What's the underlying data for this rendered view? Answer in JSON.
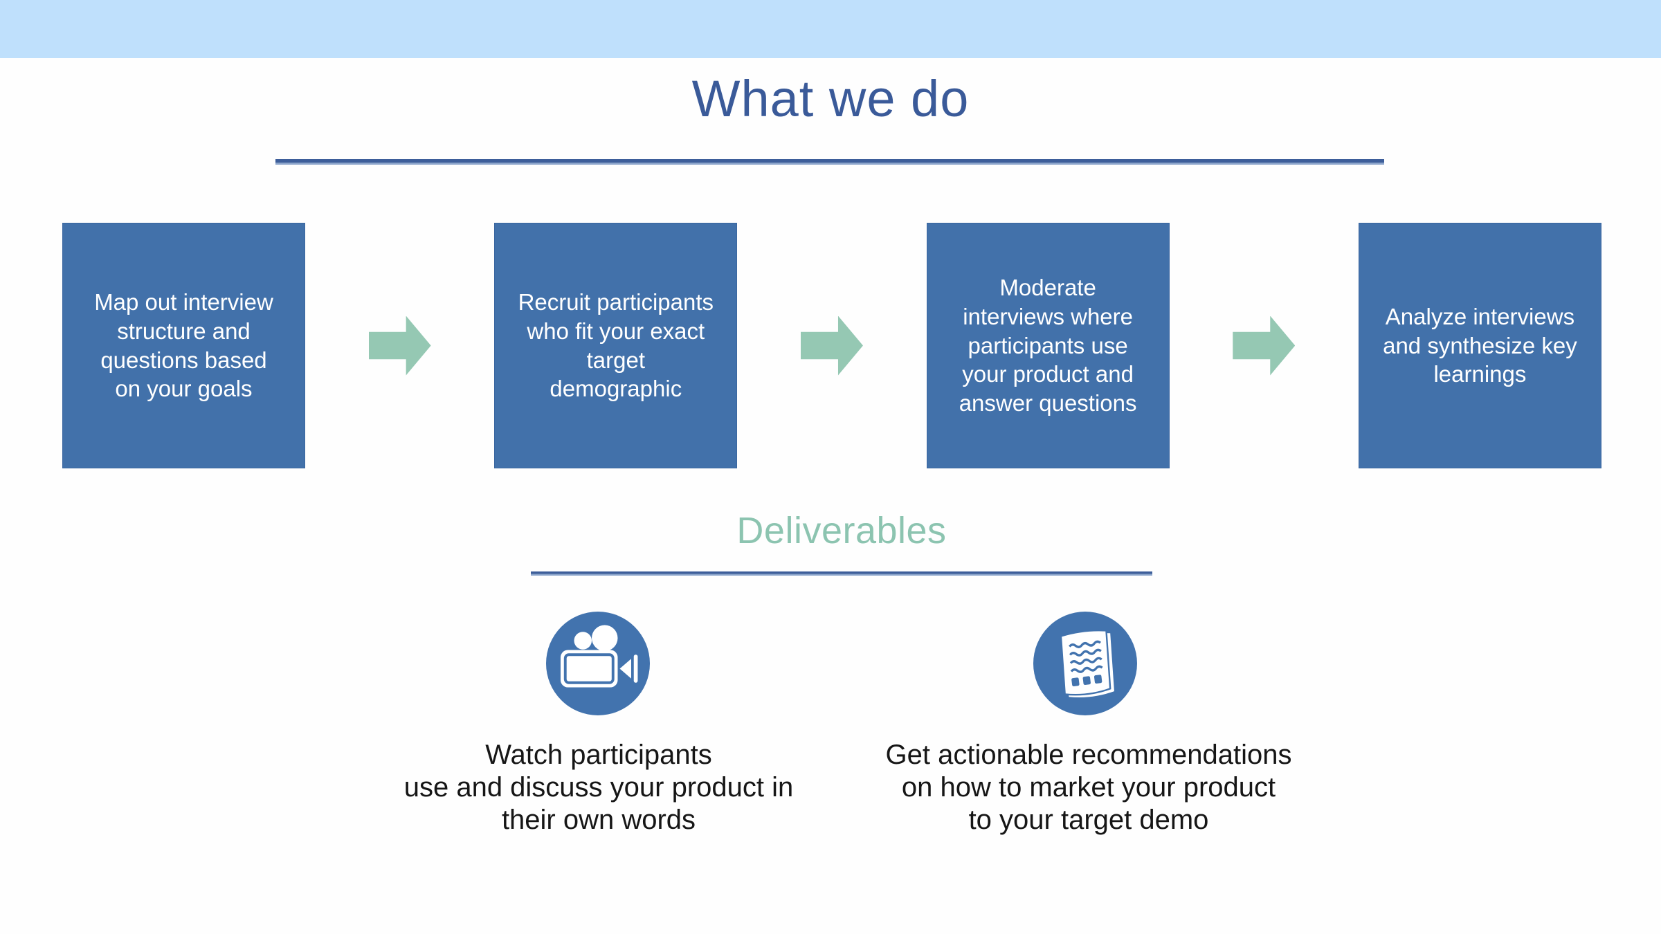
{
  "slide": {
    "title": "What we do"
  },
  "flow": {
    "steps": [
      {
        "text": "Map out interview\nstructure and\nquestions based\non your goals"
      },
      {
        "text": "Recruit participants\nwho fit your exact\ntarget\ndemographic"
      },
      {
        "text": "Moderate\ninterviews where\nparticipants use\nyour product and\nanswer questions"
      },
      {
        "text": "Analyze interviews\nand synthesize key\nlearnings"
      }
    ]
  },
  "deliverables": {
    "heading": "Deliverables",
    "items": [
      {
        "icon": "video-camera-icon",
        "caption": "Watch participants\nuse and discuss your product in\ntheir own words"
      },
      {
        "icon": "report-document-icon",
        "caption": "Get actionable recommendations\non how to market your product\nto your target demo"
      }
    ]
  },
  "colors": {
    "top_band": "#bfe0fc",
    "title": "#3a5a99",
    "rule": "#3d5e9a",
    "box": "#4271aa",
    "arrow": "#95c8b3",
    "deliverables_heading": "#8cc4b0",
    "icon_circle": "#4273ae",
    "caption_text": "#161616"
  }
}
